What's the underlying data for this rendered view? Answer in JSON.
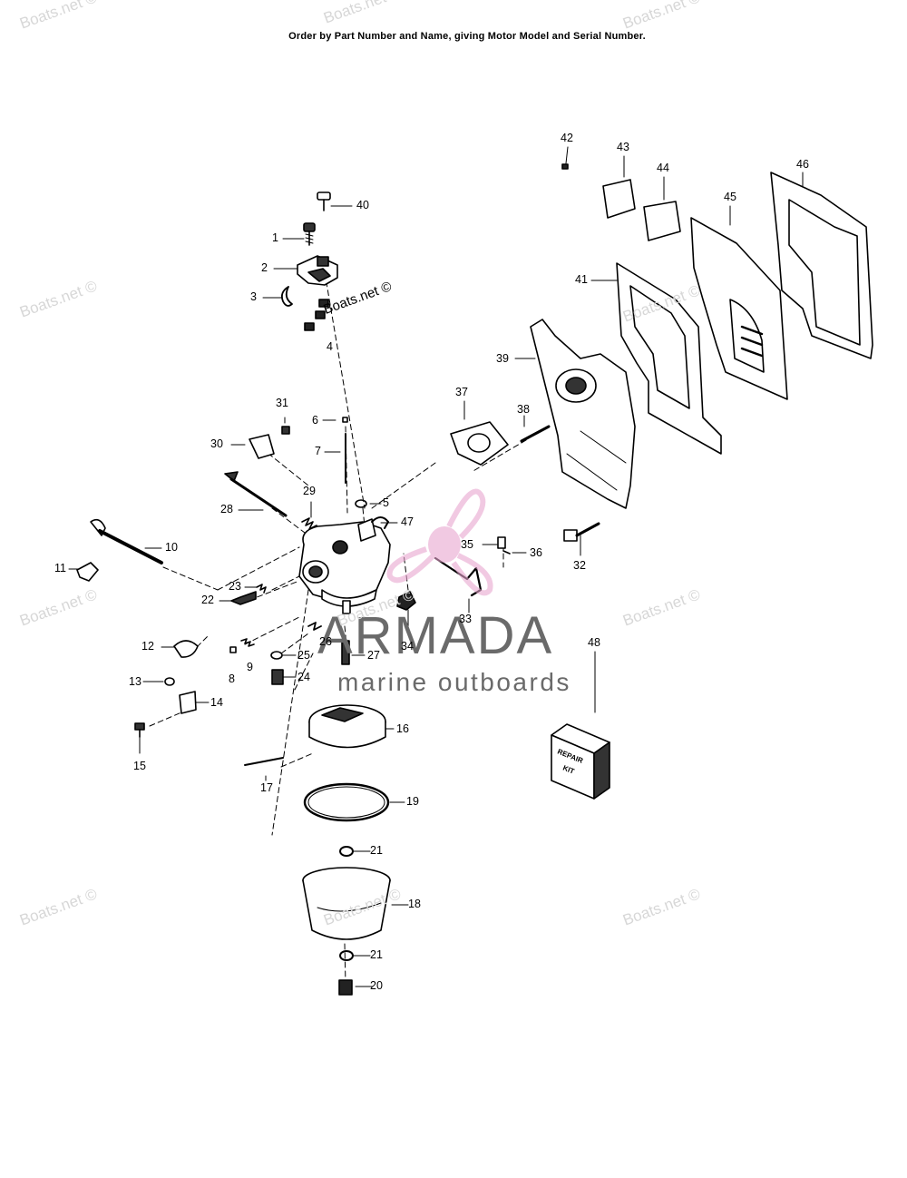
{
  "header": {
    "instruction": "Order by Part Number and Name, giving Motor Model and Serial Number."
  },
  "callouts": [
    {
      "id": "c1",
      "text": "1"
    },
    {
      "id": "c2",
      "text": "2"
    },
    {
      "id": "c3",
      "text": "3"
    },
    {
      "id": "c4",
      "text": "4"
    },
    {
      "id": "c5",
      "text": "5"
    },
    {
      "id": "c6",
      "text": "6"
    },
    {
      "id": "c7",
      "text": "7"
    },
    {
      "id": "c8",
      "text": "8"
    },
    {
      "id": "c9",
      "text": "9"
    },
    {
      "id": "c10",
      "text": "10"
    },
    {
      "id": "c11",
      "text": "11"
    },
    {
      "id": "c12",
      "text": "12"
    },
    {
      "id": "c13",
      "text": "13"
    },
    {
      "id": "c14",
      "text": "14"
    },
    {
      "id": "c15",
      "text": "15"
    },
    {
      "id": "c16",
      "text": "16"
    },
    {
      "id": "c17",
      "text": "17"
    },
    {
      "id": "c18",
      "text": "18"
    },
    {
      "id": "c19",
      "text": "19"
    },
    {
      "id": "c20",
      "text": "20"
    },
    {
      "id": "c21a",
      "text": "21"
    },
    {
      "id": "c21b",
      "text": "21"
    },
    {
      "id": "c22",
      "text": "22"
    },
    {
      "id": "c23",
      "text": "23"
    },
    {
      "id": "c24",
      "text": "24"
    },
    {
      "id": "c25",
      "text": "25"
    },
    {
      "id": "c26",
      "text": "26"
    },
    {
      "id": "c27",
      "text": "27"
    },
    {
      "id": "c28",
      "text": "28"
    },
    {
      "id": "c29",
      "text": "29"
    },
    {
      "id": "c30",
      "text": "30"
    },
    {
      "id": "c31",
      "text": "31"
    },
    {
      "id": "c32",
      "text": "32"
    },
    {
      "id": "c33",
      "text": "33"
    },
    {
      "id": "c34",
      "text": "34"
    },
    {
      "id": "c35",
      "text": "35"
    },
    {
      "id": "c36",
      "text": "36"
    },
    {
      "id": "c37",
      "text": "37"
    },
    {
      "id": "c38",
      "text": "38"
    },
    {
      "id": "c39",
      "text": "39"
    },
    {
      "id": "c40",
      "text": "40"
    },
    {
      "id": "c41",
      "text": "41"
    },
    {
      "id": "c42",
      "text": "42"
    },
    {
      "id": "c43",
      "text": "43"
    },
    {
      "id": "c44",
      "text": "44"
    },
    {
      "id": "c45",
      "text": "45"
    },
    {
      "id": "c46",
      "text": "46"
    },
    {
      "id": "c47",
      "text": "47"
    },
    {
      "id": "c48",
      "text": "48"
    }
  ],
  "watermark": {
    "text": "Boats.net ©"
  },
  "logo": {
    "title": "ARMADA",
    "subtitle": "marine outboards",
    "icon": "propeller-icon",
    "accent_color": "#e8a6cf",
    "text_color": "#6a6a6a"
  },
  "repair_kit": {
    "line1": "REPAIR",
    "line2": "KIT"
  }
}
